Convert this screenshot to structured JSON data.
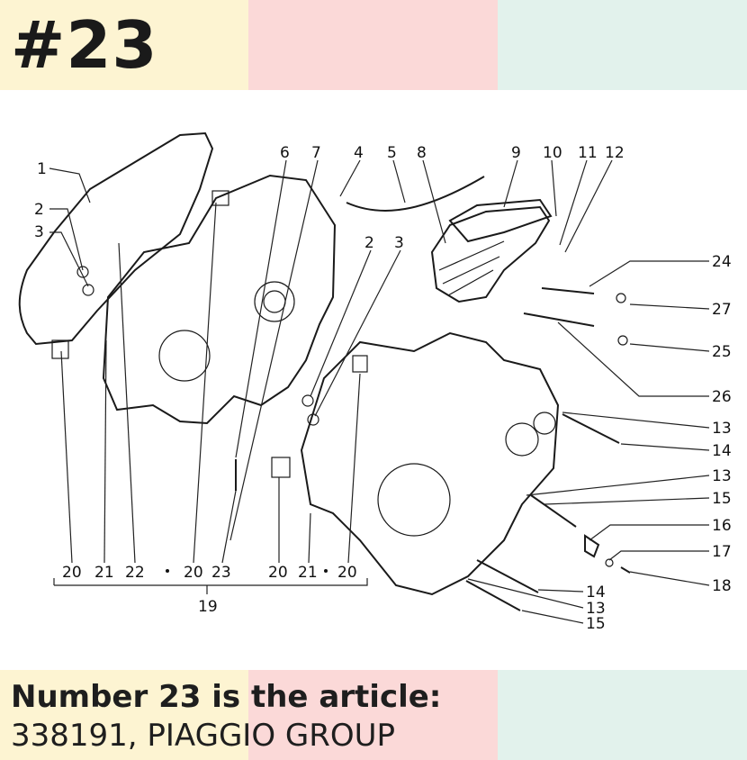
{
  "header": {
    "part_number": "#23"
  },
  "caption": {
    "line1": "Number 23 is the article:",
    "line2": "338191, PIAGGIO GROUP"
  },
  "colors": {
    "band_yellow": "#fdf4d2",
    "band_pink": "#fbd9d8",
    "band_mint": "#e2f2ec",
    "ink": "#1a1a1a"
  },
  "callouts": {
    "top": [
      "1",
      "2",
      "3",
      "6",
      "7",
      "4",
      "5",
      "8",
      "9",
      "10",
      "11",
      "12",
      "2",
      "3"
    ],
    "right": [
      "24",
      "27",
      "25",
      "26",
      "13",
      "14",
      "13",
      "15",
      "16",
      "17",
      "18",
      "14",
      "13",
      "15"
    ],
    "bottom": [
      "20",
      "21",
      "22",
      "20",
      "23",
      "20",
      "21",
      "20"
    ],
    "group_label": "19"
  }
}
